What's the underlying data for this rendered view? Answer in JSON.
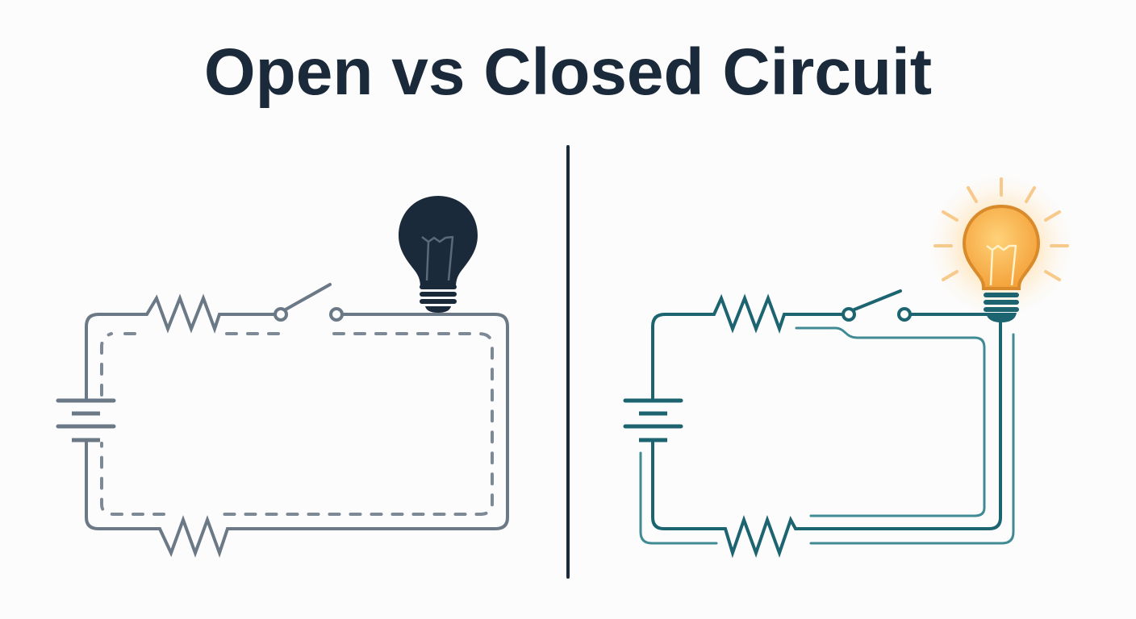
{
  "title": "Open vs Closed Circuit",
  "colors": {
    "background": "#fcfcfd",
    "title": "#1b2a3a",
    "divider": "#1b2a3a",
    "open_wire": "#6b7886",
    "open_dashed_path": "#7e8996",
    "open_bulb": "#1b2a3a",
    "closed_wire": "#1b6470",
    "closed_current_path": "#3f8a93",
    "closed_bulb_glass": "#f6ad43",
    "closed_bulb_outline": "#d98a2a",
    "closed_bulb_glow": "#ffd89a",
    "closed_bulb_rays": "#f7c98a"
  },
  "panels": [
    {
      "name": "open-circuit",
      "state": "open",
      "components": [
        "battery",
        "resistor-top",
        "switch-open",
        "bulb-off",
        "resistor-bottom"
      ],
      "current_path": "dashed-broken"
    },
    {
      "name": "closed-circuit",
      "state": "closed",
      "components": [
        "battery",
        "resistor-top",
        "switch",
        "bulb-lit",
        "resistor-bottom"
      ],
      "current_path": "solid-flow"
    }
  ]
}
